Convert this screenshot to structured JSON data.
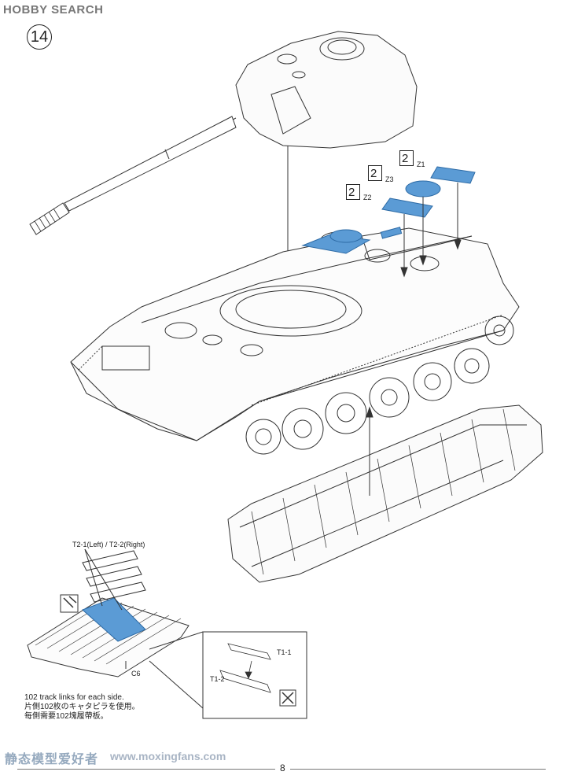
{
  "header": {
    "watermark": "HOBBY SEARCH"
  },
  "step": {
    "number": "14"
  },
  "callouts": [
    {
      "sheet": "2",
      "part": "Z1"
    },
    {
      "sheet": "2",
      "part": "Z3"
    },
    {
      "sheet": "2",
      "part": "Z2"
    }
  ],
  "track_assembly": {
    "sprue_label": "T2-1(Left) / T2-2(Right)",
    "jig_label": "C6",
    "detail_top_label": "T1-1",
    "detail_bottom_label": "T1-2"
  },
  "note": {
    "english": "102 track links for each side.",
    "japanese": "片側102枚のキャタピラを使用。",
    "chinese": "每側需要102塊履帶板。"
  },
  "footer": {
    "watermark": "静态模型爱好者",
    "watermark_url": "www.moxingfans.com",
    "page_number": "8"
  },
  "colors": {
    "decal_blue": "#5b9bd5",
    "line": "#333333",
    "watermark": "#777777"
  }
}
